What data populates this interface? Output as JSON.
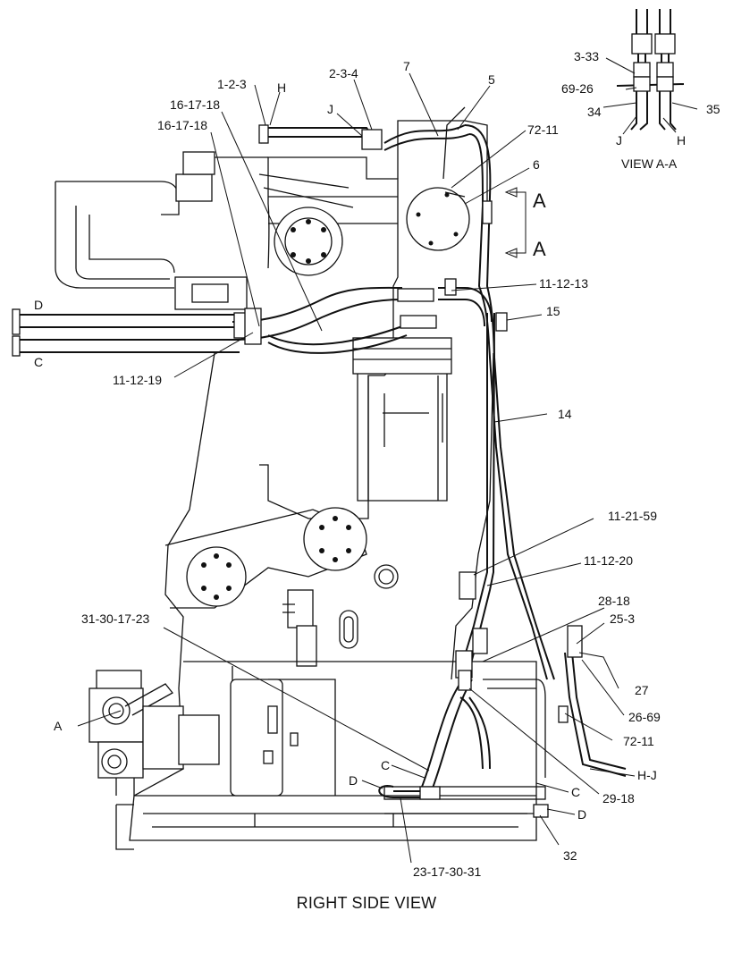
{
  "diagram": {
    "title": "RIGHT SIDE VIEW",
    "view_label": "VIEW A-A",
    "callouts": [
      {
        "id": "c-1-2-3",
        "text": "1-2-3"
      },
      {
        "id": "c-h-top",
        "text": "H"
      },
      {
        "id": "c-16-17-18-a",
        "text": "16-17-18"
      },
      {
        "id": "c-16-17-18-b",
        "text": "16-17-18"
      },
      {
        "id": "c-2-3-4",
        "text": "2-3-4"
      },
      {
        "id": "c-j-top",
        "text": "J"
      },
      {
        "id": "c-7",
        "text": "7"
      },
      {
        "id": "c-5",
        "text": "5"
      },
      {
        "id": "c-72-11-top",
        "text": "72-11"
      },
      {
        "id": "c-6",
        "text": "6"
      },
      {
        "id": "c-a-upper",
        "text": "A"
      },
      {
        "id": "c-a-lower",
        "text": "A"
      },
      {
        "id": "c-11-12-13",
        "text": "11-12-13"
      },
      {
        "id": "c-15",
        "text": "15"
      },
      {
        "id": "c-d-left",
        "text": "D"
      },
      {
        "id": "c-c-left",
        "text": "C"
      },
      {
        "id": "c-11-12-19",
        "text": "11-12-19"
      },
      {
        "id": "c-14",
        "text": "14"
      },
      {
        "id": "c-11-21-59",
        "text": "11-21-59"
      },
      {
        "id": "c-11-12-20",
        "text": "11-12-20"
      },
      {
        "id": "c-28-18",
        "text": "28-18"
      },
      {
        "id": "c-25-3",
        "text": "25-3"
      },
      {
        "id": "c-31-30-17-23",
        "text": "31-30-17-23"
      },
      {
        "id": "c-27",
        "text": "27"
      },
      {
        "id": "c-a-pump",
        "text": "A"
      },
      {
        "id": "c-26-69",
        "text": "26-69"
      },
      {
        "id": "c-72-11-bottom",
        "text": "72-11"
      },
      {
        "id": "c-c-mid",
        "text": "C"
      },
      {
        "id": "c-d-mid",
        "text": "D"
      },
      {
        "id": "c-h-j",
        "text": "H-J"
      },
      {
        "id": "c-c-right",
        "text": "C"
      },
      {
        "id": "c-29-18",
        "text": "29-18"
      },
      {
        "id": "c-d-right",
        "text": "D"
      },
      {
        "id": "c-32",
        "text": "32"
      },
      {
        "id": "c-23-17-30-31",
        "text": "23-17-30-31"
      },
      {
        "id": "v-3-33",
        "text": "3-33"
      },
      {
        "id": "v-69-26",
        "text": "69-26"
      },
      {
        "id": "v-34",
        "text": "34"
      },
      {
        "id": "v-35",
        "text": "35"
      },
      {
        "id": "v-j",
        "text": "J"
      },
      {
        "id": "v-h",
        "text": "H"
      }
    ]
  }
}
